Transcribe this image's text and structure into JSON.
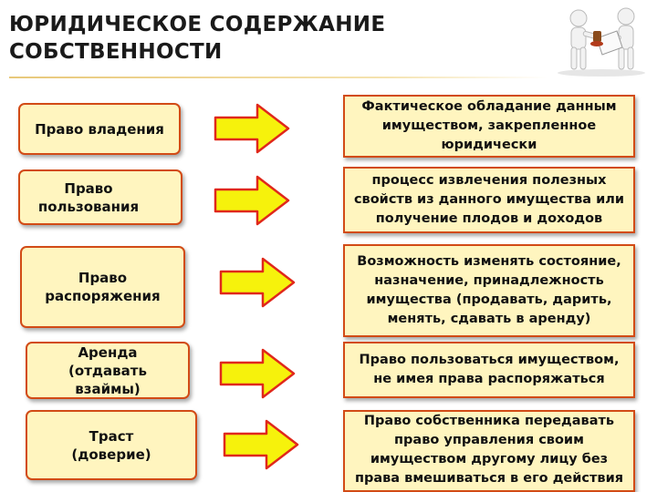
{
  "title": "ЮРИДИЧЕСКОЕ СОДЕРЖАНИЕ СОБСТВЕННОСТИ",
  "rows": [
    {
      "left": "Право владения",
      "right": "Фактическое обладание данным имуществом, закрепленное юридически"
    },
    {
      "left": "Право пользования",
      "right": "процесс извлечения полезных свойств из данного имущества или получение плодов и доходов"
    },
    {
      "left": "Право распоряжения",
      "right": "Возможность изменять состояние, назначение, принадлежность имущества (продавать, дарить, менять, сдавать в аренду)"
    },
    {
      "left": "Аренда (отдавать взаймы)",
      "right": "Право пользоваться имуществом, не имея права распоряжаться"
    },
    {
      "left": "Траст (доверие)",
      "right": "Право собственника передавать право управления своим имуществом другому лицу без права вмешиваться в его действия"
    }
  ],
  "colors": {
    "box_fill": "#fff5bf",
    "box_border": "#d24b16",
    "arrow_fill": "#f6f20c",
    "arrow_stroke": "#e0281b"
  },
  "illustration": "two-figures-exchanging-stamp-icon"
}
